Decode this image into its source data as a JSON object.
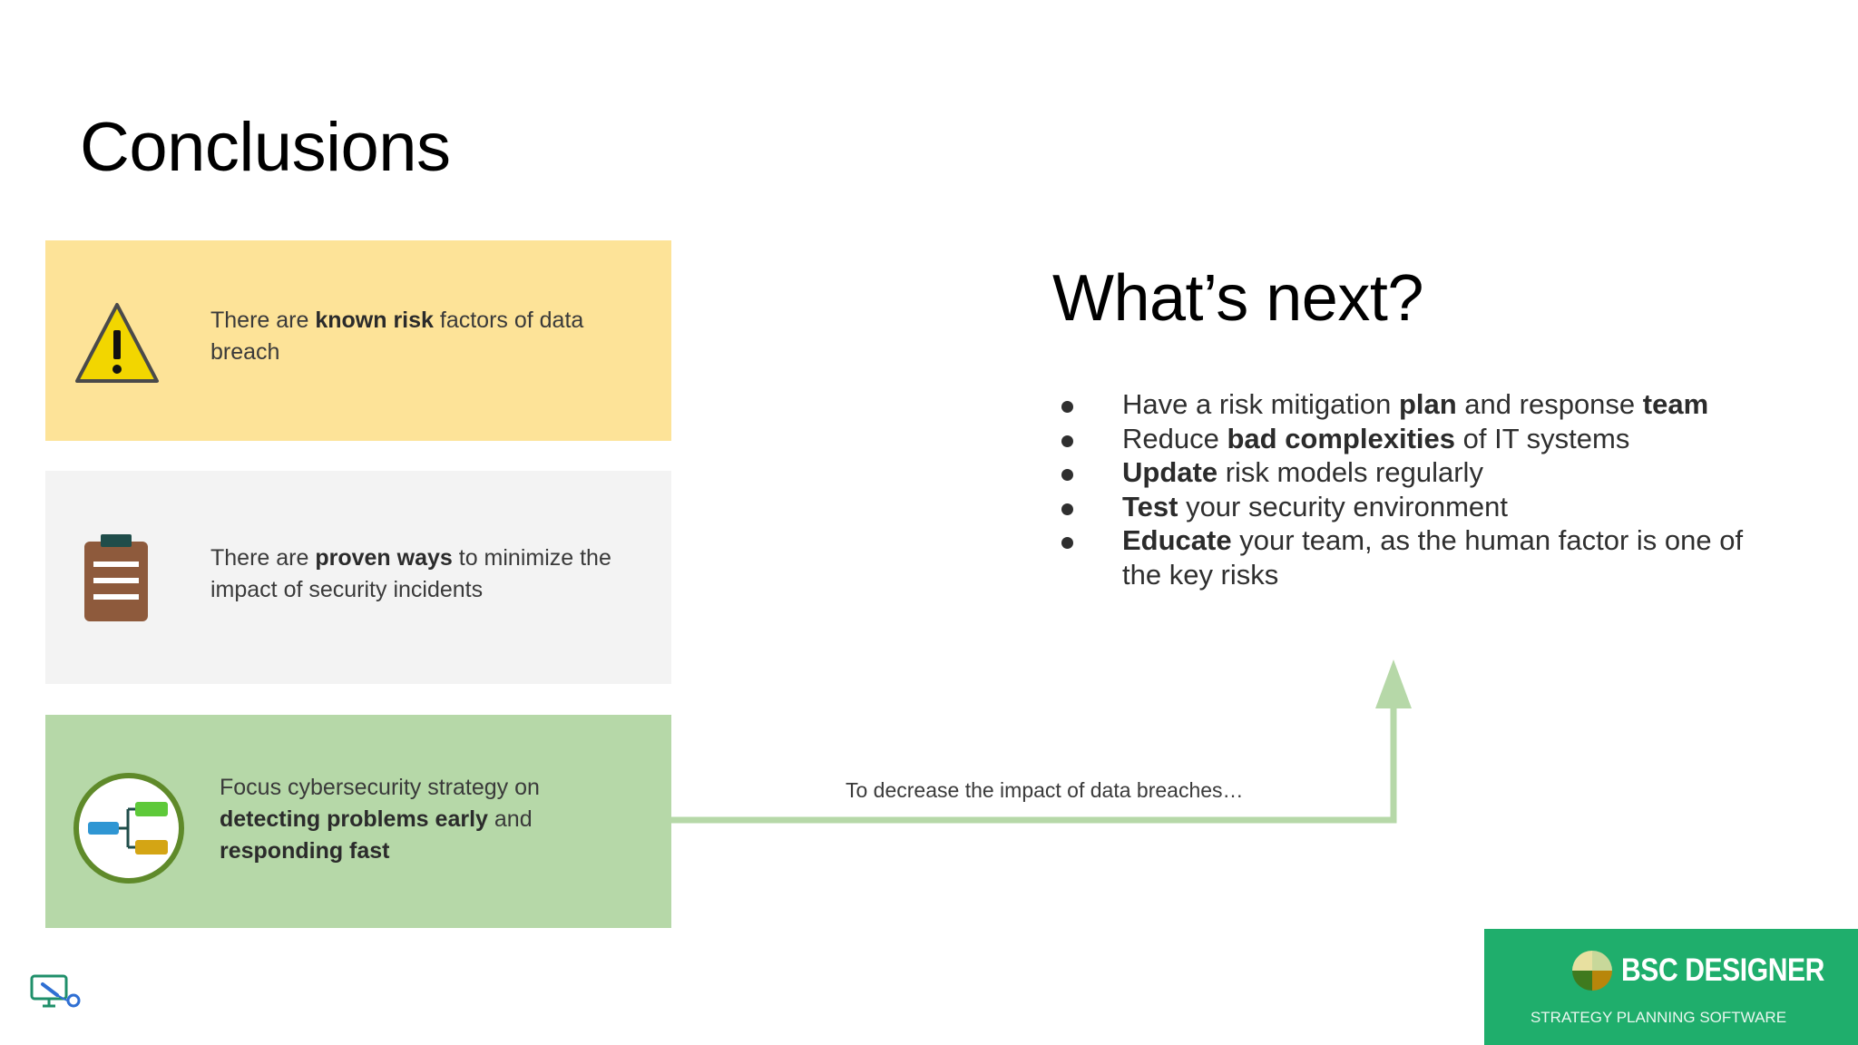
{
  "slide": {
    "title": "Conclusions",
    "cards": [
      {
        "icon": "warning-icon",
        "text_pre": "There are ",
        "text_bold": "known risk",
        "text_post": " factors of data breach",
        "color": "#fde398"
      },
      {
        "icon": "clipboard-icon",
        "text_pre": "There are ",
        "text_bold": "proven ways",
        "text_post": " to minimize the impact of security incidents",
        "color": "#f3f3f3"
      },
      {
        "icon": "strategy-map-icon",
        "text_pre": "Focus cybersecurity strategy on ",
        "text_bold1": "detecting problems early",
        "text_mid": " and ",
        "text_bold2": "responding fast",
        "color": "#b6d8a8"
      }
    ],
    "next_title": "What’s next?",
    "bullets": [
      {
        "a": "Have a risk mitigation ",
        "b": "plan",
        "c": " and response ",
        "d": "team",
        "e": ""
      },
      {
        "a": "Reduce ",
        "b": "bad complexities",
        "c": " of IT systems",
        "d": "",
        "e": ""
      },
      {
        "a": "",
        "b": "Update",
        "c": " risk models regularly",
        "d": "",
        "e": ""
      },
      {
        "a": "",
        "b": "Test",
        "c": " your security environment",
        "d": "",
        "e": ""
      },
      {
        "a": "",
        "b": "Educate",
        "c": " your team, as the human factor is one of the key risks",
        "d": "",
        "e": ""
      }
    ],
    "arrow_caption": "To decrease the impact of data breaches…",
    "arrow_color": "#b6d8a8"
  },
  "brand": {
    "name": "BSC DESIGNER",
    "tagline": "STRATEGY PLANNING SOFTWARE",
    "color": "#1fae6c",
    "corner_icon": "monitor-mouse-icon"
  }
}
